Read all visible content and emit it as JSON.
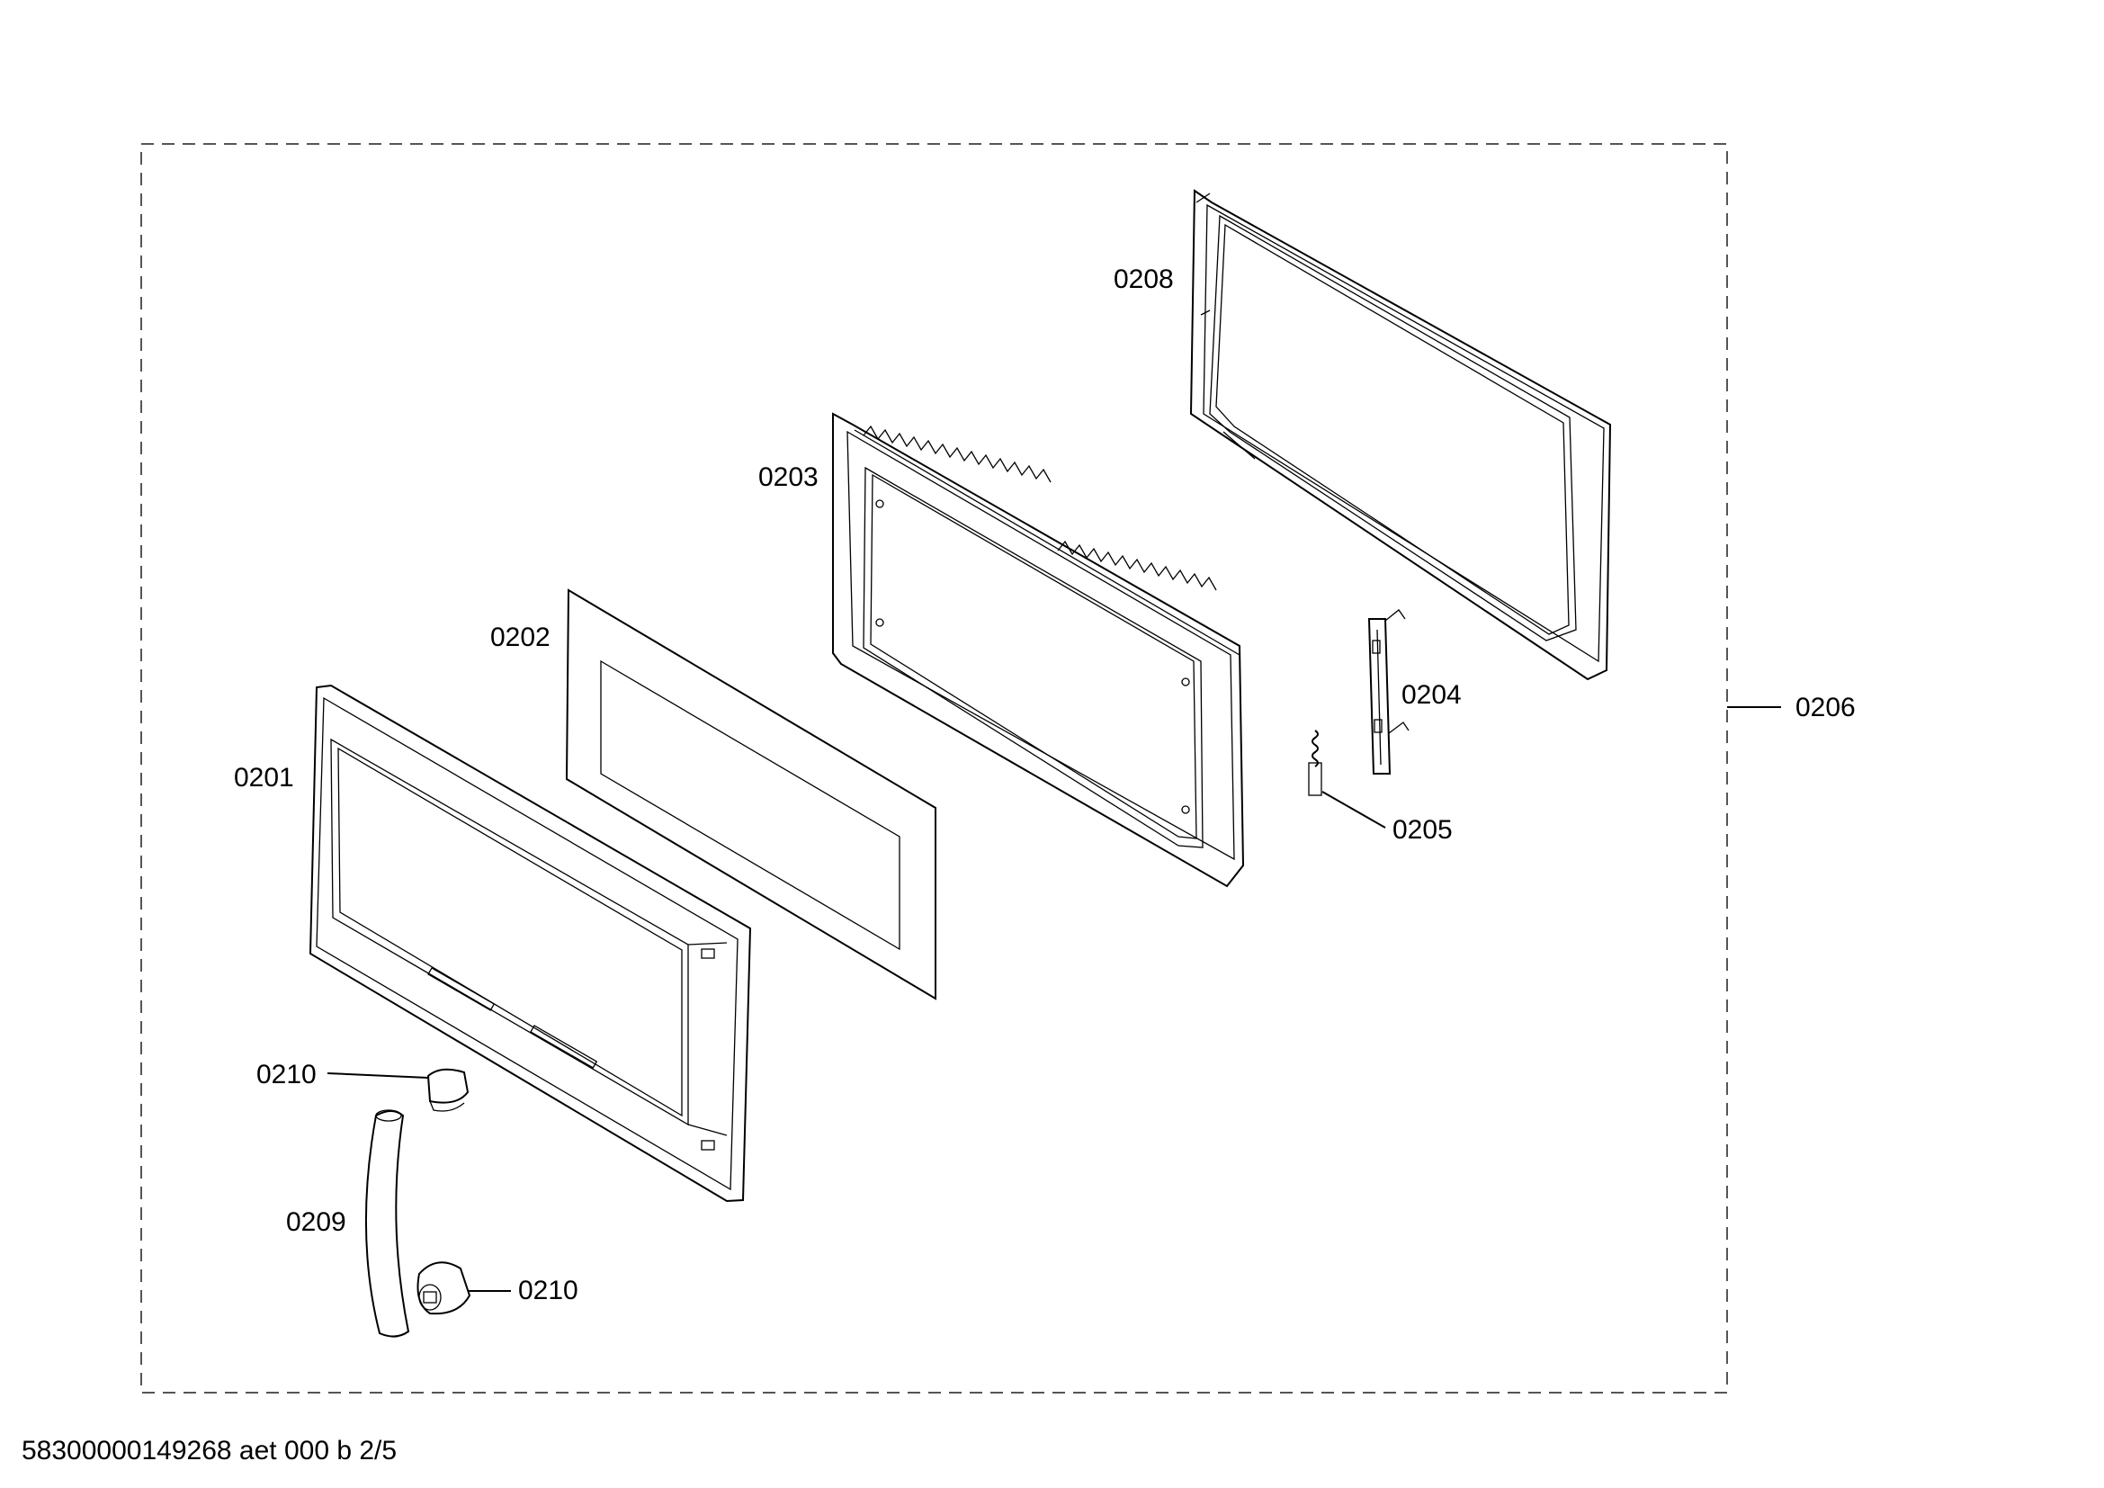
{
  "labels": {
    "p0201": "0201",
    "p0202": "0202",
    "p0203": "0203",
    "p0204": "0204",
    "p0205": "0205",
    "p0206": "0206",
    "p0208": "0208",
    "p0209": "0209",
    "p0210_top": "0210",
    "p0210_bottom": "0210"
  },
  "footer": "58300000149268 aet 000 b 2/5"
}
